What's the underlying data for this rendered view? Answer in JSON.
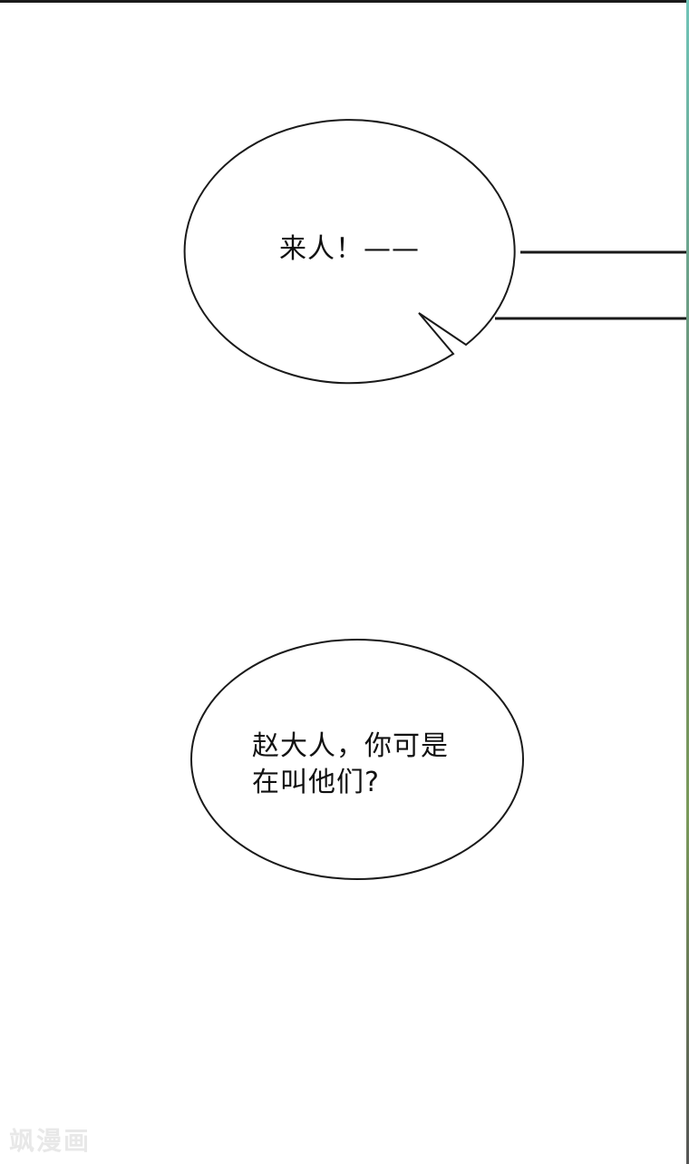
{
  "panel": {
    "background": "#ffffff",
    "border_color": "#1a1a1a"
  },
  "bubbles": [
    {
      "id": "bubble-1",
      "text": "来人！——",
      "has_tail": true
    },
    {
      "id": "bubble-2",
      "lines": [
        "赵大人，你可是",
        "在叫他们?"
      ],
      "text": "赵大人，你可是\n在叫他们?",
      "has_tail": false
    }
  ],
  "watermark": {
    "text": "飒漫画"
  }
}
